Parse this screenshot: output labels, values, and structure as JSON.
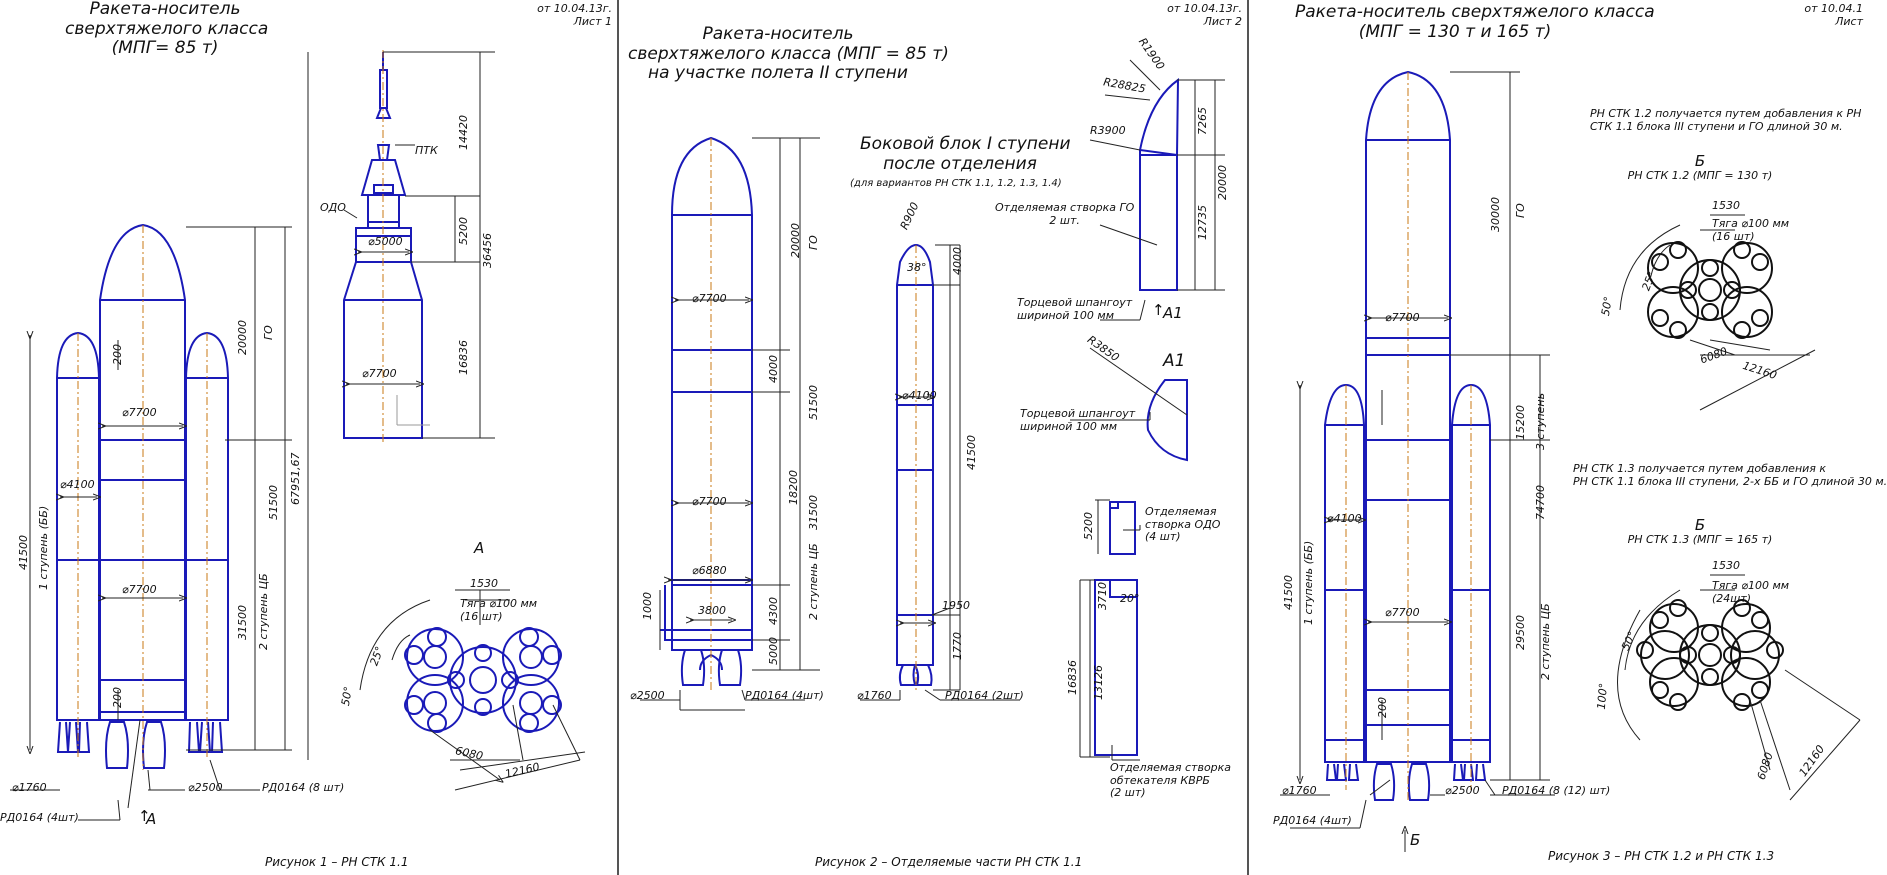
{
  "sheet1": {
    "title": [
      "Ракета-носитель",
      "сверхтяжелого класса",
      "(MПГ= 85 т)"
    ],
    "header": [
      "от 10.04.13г.",
      "Лист 1"
    ],
    "caption": "Рисунок 1 – РН СТК 1.1",
    "labels": {
      "ptk": "ПТК",
      "odo": "ОДО",
      "d5000": "⌀5000",
      "d7700a": "⌀7700",
      "d7700b": "⌀7700",
      "d7700c": "⌀7700",
      "d4100": "⌀4100",
      "d1760": "⌀1760",
      "d2500": "⌀2500",
      "rd0164_8": "РД0164 (8 шт)",
      "rd0164_4": "РД0164 (4шт)",
      "s200a": "200",
      "s200b": "200",
      "view_a": "A",
      "arrow_a": "A",
      "tyaga": [
        "Тяга ⌀100 мм",
        "(16 шт)"
      ],
      "d1530": "1530",
      "d6080": "6080",
      "d12160": "12160",
      "a25": "25°",
      "a50": "50°"
    },
    "dims": {
      "d14420": "14420",
      "d5200": "5200",
      "d16836": "16836",
      "d36456": "36456",
      "d20000": "20000",
      "go": "ГО",
      "d51500": "51500",
      "d67951": "67951,67",
      "d31500": "31500",
      "stage2": "2 ступень ЦБ",
      "d41500": "41500",
      "stage1": "1 ступень (ББ)"
    }
  },
  "sheet2": {
    "title": [
      "Ракета-носитель",
      "сверхтяжелого класса (MПГ = 85 т)",
      "на участке полета II ступени"
    ],
    "header": [
      "от 10.04.13г.",
      "Лист 2"
    ],
    "caption": "Рисунок 2 – Отделяемые части РН СТК 1.1",
    "side_block_title": [
      "Боковой блок I ступени",
      "после отделения"
    ],
    "side_block_note": "(для вариантов РН СТК 1.1, 1.2, 1.3, 1.4)",
    "labels": {
      "d7700a": "⌀7700",
      "d7700b": "⌀7700",
      "d6880": "⌀6880",
      "d3800": "3800",
      "d2500": "⌀2500",
      "rd0164_4": "РД0164 (4шт)",
      "d1000": "1000",
      "d4100": "⌀4100",
      "d1760": "⌀1760",
      "rd0164_2": "РД0164 (2шт)",
      "d1950": "1950",
      "r900": "R900",
      "a38": "38°",
      "r1900": "R1900",
      "r28825": "R28825",
      "r3900": "R3900",
      "go_flap": [
        "Отделяемая створка ГО",
        "2 шт."
      ],
      "torc1": [
        "Торцевой шпангоут",
        "шириной 100 мм"
      ],
      "a1a": "A1",
      "a1b": "A1",
      "r3850": "R3850",
      "torc2": [
        "Торцевой шпангоут",
        "шириной 100 мм"
      ],
      "odo_flap": [
        "Отделяемая",
        "створка ОДО",
        "(4 шт)"
      ],
      "kvrb_flap": [
        "Отделяемая створка",
        "обтекателя КВРБ",
        "(2 шт)"
      ],
      "a20": "20°"
    },
    "dims": {
      "d20000": "20000",
      "go": "ГО",
      "d51500": "51500",
      "d4000": "4000",
      "d18200": "18200",
      "d31500": "31500",
      "stage2": "2 ступень ЦБ",
      "d4300": "4300",
      "d5000": "5000",
      "d4000b": "4000",
      "d41500": "41500",
      "d1770": "1770",
      "d7265": "7265",
      "d20000b": "20000",
      "d12735": "12735",
      "d5200": "5200",
      "d3710": "3710",
      "d16836": "16836",
      "d13126": "13126"
    }
  },
  "sheet3": {
    "title": [
      "Ракета-носитель сверхтяжелого класса",
      "(MПГ = 130 т и 165 т)"
    ],
    "header": [
      "от 10.04.1",
      "Лист"
    ],
    "caption": "Рисунок 3 – РН СТК 1.2 и РН СТК 1.3",
    "note12": [
      "РН СТК 1.2 получается путем добавления к РН",
      "СТК 1.1 блока III ступени и ГО длиной 30 м."
    ],
    "note13": [
      "РН СТК 1.3 получается путем добавления к",
      "РН СТК 1.1 блока III ступени, 2-х ББ и ГО длиной 30 м."
    ],
    "b12": [
      "Б",
      "РН СТК 1.2 (MПГ = 130 т)"
    ],
    "b13": [
      "Б",
      "РН СТК 1.3 (MПГ = 165 т)"
    ],
    "labels": {
      "d7700a": "⌀7700",
      "d7700b": "⌀7700",
      "d4100": "⌀4100",
      "s200": "200",
      "d1760": "⌀1760",
      "d2500": "⌀2500",
      "rd0164_812": "РД0164 (8 (12) шт)",
      "rd0164_4": "РД0164 (4шт)",
      "arrow_b": "Б",
      "tyaga16": [
        "Тяга ⌀100 мм",
        "(16 шт)"
      ],
      "tyaga24": [
        "Тяга ⌀100 мм",
        "(24шт)"
      ],
      "d1530a": "1530",
      "d1530b": "1530",
      "d6080a": "6080",
      "d12160a": "12160",
      "d6080b": "6080",
      "d12160b": "12160",
      "a25": "25°",
      "a50": "50°",
      "a50b": "50°",
      "a100": "100°"
    },
    "dims": {
      "d30000": "30000",
      "go": "ГО",
      "d15200": "15200",
      "stage3": "3 ступень",
      "d74700": "74700",
      "d29500": "29500",
      "stage2": "2 ступень ЦБ",
      "d41500": "41500",
      "stage1": "1 ступень (ББ)"
    }
  },
  "colors": {
    "outline": "#1a1ab8",
    "axis": "#c87814",
    "dim": "#222222",
    "text": "#111111"
  }
}
